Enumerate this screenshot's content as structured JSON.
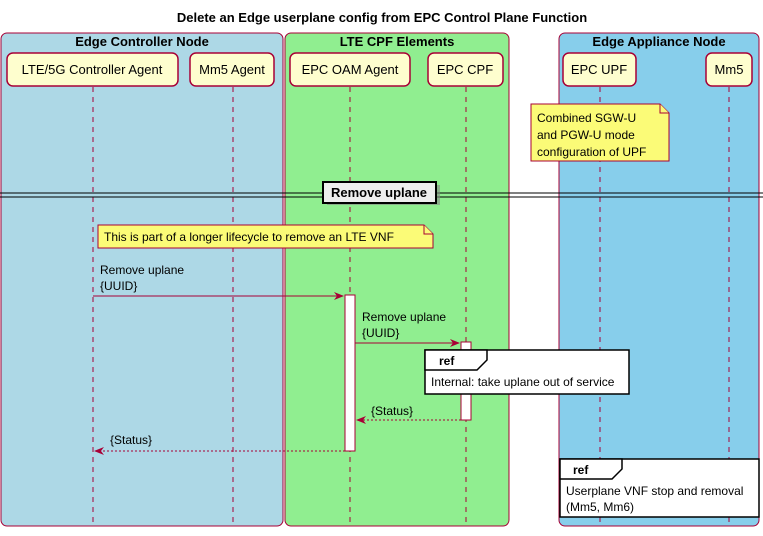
{
  "title": "Delete an Edge userplane config from EPC Control Plane Function",
  "colors": {
    "box_edge_controller": "#ADD8E6",
    "box_lte_cpf": "#90EE90",
    "box_edge_appliance": "#87CEEB",
    "participant_fill": "#FEFECE",
    "participant_border": "#A80036",
    "note_fill": "#FBFB77",
    "lifeline": "#A80036",
    "arrow": "#A80036"
  },
  "boxes": [
    {
      "id": "edge-controller-node",
      "label": "Edge Controller Node"
    },
    {
      "id": "lte-cpf-elements",
      "label": "LTE CPF Elements"
    },
    {
      "id": "edge-appliance-node",
      "label": "Edge Appliance Node"
    }
  ],
  "participants": [
    {
      "id": "controller-agent",
      "label": "LTE/5G Controller Agent"
    },
    {
      "id": "mm5-agent",
      "label": "Mm5 Agent"
    },
    {
      "id": "epc-oam-agent",
      "label": "EPC OAM Agent"
    },
    {
      "id": "epc-cpf",
      "label": "EPC CPF"
    },
    {
      "id": "epc-upf",
      "label": "EPC UPF"
    },
    {
      "id": "mm5",
      "label": "Mm5"
    }
  ],
  "notes": {
    "upf_note": [
      "Combined SGW-U",
      "and PGW-U mode",
      "configuration of UPF"
    ],
    "lifecycle_note": "This is part of a longer lifecycle to remove an LTE VNF"
  },
  "divider": "Remove uplane",
  "messages": [
    {
      "id": "msg-remove-uplane-1",
      "lines": [
        "Remove uplane",
        "{UUID}"
      ],
      "style": "solid"
    },
    {
      "id": "msg-remove-uplane-2",
      "lines": [
        "Remove uplane",
        "{UUID}"
      ],
      "style": "solid"
    },
    {
      "id": "msg-status-1",
      "lines": [
        "{Status}"
      ],
      "style": "dashed"
    },
    {
      "id": "msg-status-2",
      "lines": [
        "{Status}"
      ],
      "style": "dashed"
    }
  ],
  "refs": [
    {
      "id": "ref-internal",
      "label": "ref",
      "lines": [
        "Internal: take uplane out of service"
      ]
    },
    {
      "id": "ref-userplane-stop",
      "label": "ref",
      "lines": [
        "Userplane VNF stop and removal",
        "(Mm5, Mm6)"
      ]
    }
  ]
}
